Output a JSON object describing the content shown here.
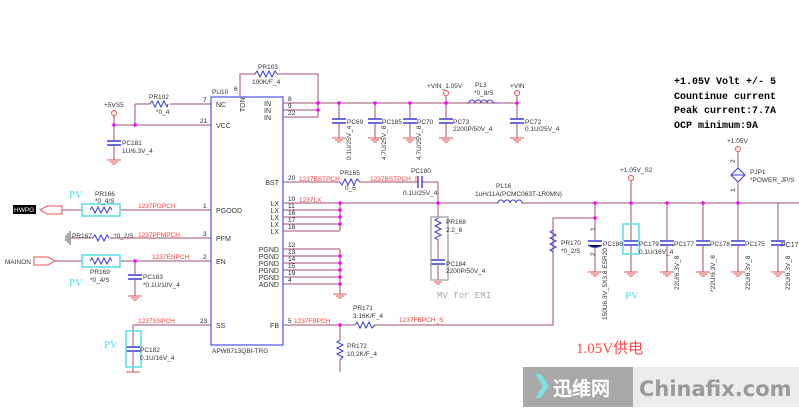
{
  "chip": {
    "ref": "PU10",
    "part": "APW8713QBI-TRG",
    "left_pins": [
      {
        "num": "7",
        "name": "NC"
      },
      {
        "num": "21",
        "name": "VCC"
      },
      {
        "num": "1",
        "name": "PGOOD"
      },
      {
        "num": "3",
        "name": "PFM"
      },
      {
        "num": "2",
        "name": "EN"
      },
      {
        "num": "23",
        "name": "SS"
      }
    ],
    "top_pin": {
      "num": "6",
      "name": "TON"
    },
    "right_pins": [
      {
        "num": "8",
        "name": "IN"
      },
      {
        "num": "9",
        "name": "IN"
      },
      {
        "num": "22",
        "name": "IN"
      },
      {
        "num": "20",
        "name": "BST"
      },
      {
        "num": "10",
        "name": "LX"
      },
      {
        "num": "11",
        "name": "LX"
      },
      {
        "num": "16",
        "name": "LX"
      },
      {
        "num": "17",
        "name": "LX"
      },
      {
        "num": "18",
        "name": "LX"
      },
      {
        "num": "12",
        "name": "PGND"
      },
      {
        "num": "13",
        "name": "PGND"
      },
      {
        "num": "14",
        "name": "PGND"
      },
      {
        "num": "15",
        "name": "PGND"
      },
      {
        "num": "19",
        "name": "PGND"
      },
      {
        "num": "4",
        "name": "AGND"
      },
      {
        "num": "5",
        "name": "FB"
      }
    ]
  },
  "rails": {
    "v5": "+5VS5",
    "vin105": "+VIN_1.05V",
    "vin": "+VIN",
    "v105s2": "+1.05V_S2",
    "v105": "+1.05V"
  },
  "ports": {
    "hwpg": "HWPG",
    "mainon": "MAINON"
  },
  "nets": {
    "pgood": "1237PGPCH",
    "pfm": "1237PFMPCH",
    "en": "1237ENPCH",
    "ss": "1237SSPCH",
    "bst": "1237BSTPCH",
    "bst_s": "1237BSTPCH_S",
    "lx": "1237LX",
    "fb": "1237FBPCH",
    "fb_s": "1237FBPCH_S"
  },
  "components": {
    "PR103": {
      "ref": "PR103",
      "val": "100K/F_4"
    },
    "PR102": {
      "ref": "PR102",
      "val": "*0_4"
    },
    "PC181": {
      "ref": "PC181",
      "val": "1U/6.3V_4"
    },
    "PR166": {
      "ref": "PR166",
      "val": "*0_4/S"
    },
    "PR167": {
      "ref": "PR167",
      "val": "*0_2/S"
    },
    "PR169": {
      "ref": "PR169",
      "val": "*0_4/S"
    },
    "PC183": {
      "ref": "PC183",
      "val": "*0.1U/10V_4"
    },
    "PC182": {
      "ref": "PC182",
      "val": "0.1U/16V_4"
    },
    "PC69": {
      "ref": "PC69",
      "val": "0.1U/25V_4"
    },
    "PC185": {
      "ref": "PC185",
      "val": "4.7U/25V_8"
    },
    "PC70": {
      "ref": "PC70",
      "val": "4.7U/25V_8"
    },
    "PC73": {
      "ref": "PC73",
      "val": "2200P/50V_4"
    },
    "PL3": {
      "ref": "PL3",
      "val": "*0_8/S"
    },
    "PC72": {
      "ref": "PC72",
      "val": "0.1U/25V_4"
    },
    "PR165": {
      "ref": "PR165",
      "val": "0_6"
    },
    "PC180": {
      "ref": "PC180",
      "val": "0.1U/25V_4"
    },
    "PL16": {
      "ref": "PL16",
      "val": "1uH/11A(PCMC063T-1R0MN)"
    },
    "PR168": {
      "ref": "PR168",
      "val": "2.2_6"
    },
    "PC184": {
      "ref": "PC184",
      "val": "2200P/50V_4"
    },
    "PR171": {
      "ref": "PR171",
      "val": "3.16K/F_4"
    },
    "PR172": {
      "ref": "PR172",
      "val": "10.2K/F_4"
    },
    "PR170": {
      "ref": "PR170",
      "val": "*0_2/S"
    },
    "PC186": {
      "ref": "PC186",
      "val": "150U6.3V_5X3.8 ESR20",
      "pin1": "1",
      "pin2": "2"
    },
    "PC179": {
      "ref": "PC179",
      "val": "0.1U/16V_4"
    },
    "PC177": {
      "ref": "PC177",
      "val": "22U/6.3V_8"
    },
    "PC178": {
      "ref": "PC178",
      "val": "*22U/6.3V_8"
    },
    "PC175": {
      "ref": "PC175",
      "val": "22U/6.3V_8"
    },
    "PC17x": {
      "ref": "PC17",
      "val": "22U/6.3V_8"
    },
    "PJP1": {
      "ref": "PJP1",
      "val": "*POWER_JP/S",
      "pin2": "2",
      "pin1": "1"
    }
  },
  "annotations": {
    "pv": "PV",
    "emi": "MV for EMI",
    "title_cn": "1.05V供电"
  },
  "notes": [
    "+1.05V Volt +/- 5",
    "Countinue current",
    "Peak current:7.7A",
    "OCP minimum:9A"
  ],
  "watermark": {
    "cn": "迅维网",
    "en": "Chinafix.com"
  },
  "colors": {
    "wire": "#a04f72",
    "net_label": "#ff3a3a",
    "junction": "#ff00ff",
    "component": "#3a3ad0",
    "pv": "#7fe8f0"
  }
}
